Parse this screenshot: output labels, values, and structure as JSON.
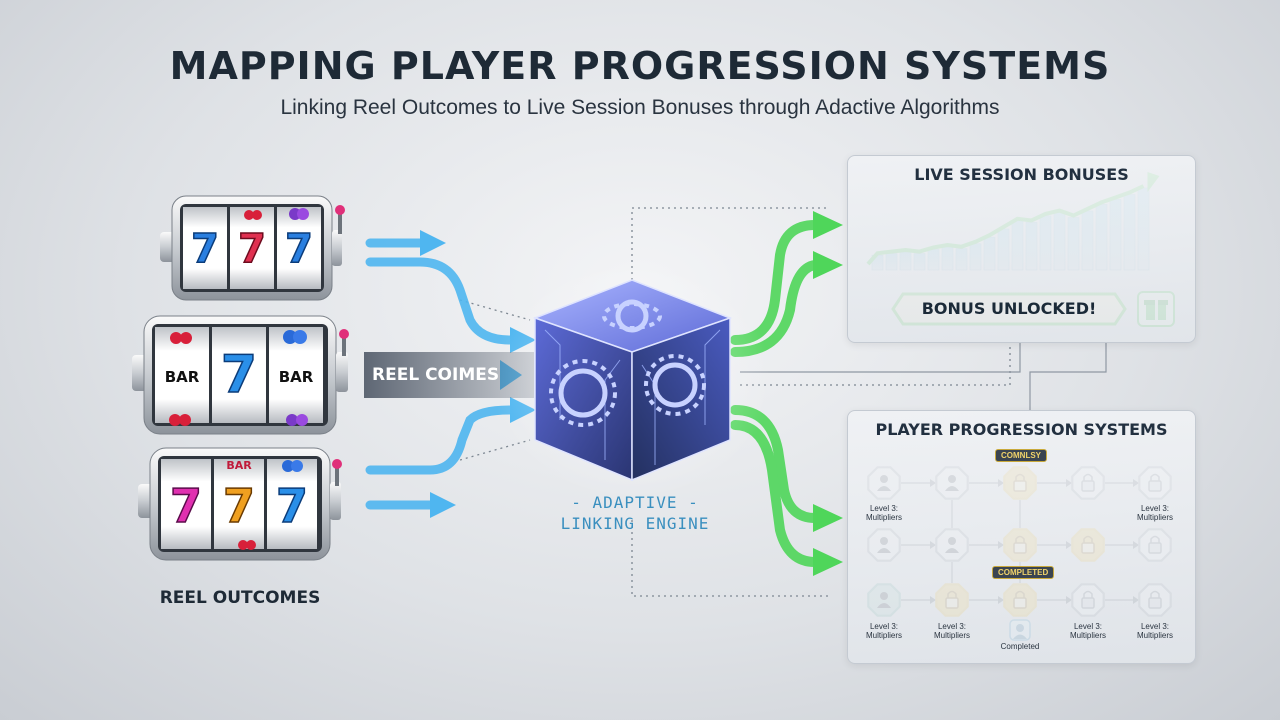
{
  "header": {
    "title": "MAPPING PLAYER PROGRESSION SYSTEMS",
    "subtitle": "Linking Reel Outcomes to Live Session Bonuses through Adactive Algorithms"
  },
  "reels": {
    "label": "REEL OUTCOMES",
    "arrow_tag": "REEL COIMES",
    "machines": [
      {
        "symbols": [
          "7",
          "7",
          "7"
        ]
      },
      {
        "symbols": [
          "BAR",
          "7",
          "BAR"
        ]
      },
      {
        "symbols": [
          "7",
          "7",
          "7"
        ],
        "top_label": "BAR"
      }
    ]
  },
  "engine": {
    "line1": "- ADAPTIVE -",
    "line2": "LINKING ENGINE"
  },
  "bonus_panel": {
    "title": "LIVE SESSION BONUSES",
    "unlock_label": "BONUS UNLOCKED!",
    "bar_levels": [
      0.18,
      0.2,
      0.22,
      0.2,
      0.25,
      0.28,
      0.26,
      0.32,
      0.4,
      0.5,
      0.6,
      0.58,
      0.66,
      0.7,
      0.64,
      0.72,
      0.8,
      0.86,
      0.92,
      1.0
    ]
  },
  "progression_panel": {
    "title": "PLAYER PROGRESSION SYSTEMS",
    "badge_top": "COMNLSY",
    "badge_mid": "COMPLETED",
    "node_labels": {
      "r1_left": "Level 3:\nMultipliers",
      "r1_right": "Level 3:\nMultipliers",
      "r3_1": "Level 3:\nMultipliers",
      "r3_2": "Level 3:\nMultipliers",
      "r3_3": "Completed",
      "r3_4": "Level 3:\nMultipliers",
      "r3_5": "Level 3:\nMultipliers"
    }
  },
  "colors": {
    "blue_arrow": "#4fb6f0",
    "green_arrow": "#4fd65a",
    "gold_node": "#e5b52e",
    "gray_node": "#8a929c",
    "teal_node": "#6aa9a0",
    "engine_glow": "#b9a8ff"
  }
}
